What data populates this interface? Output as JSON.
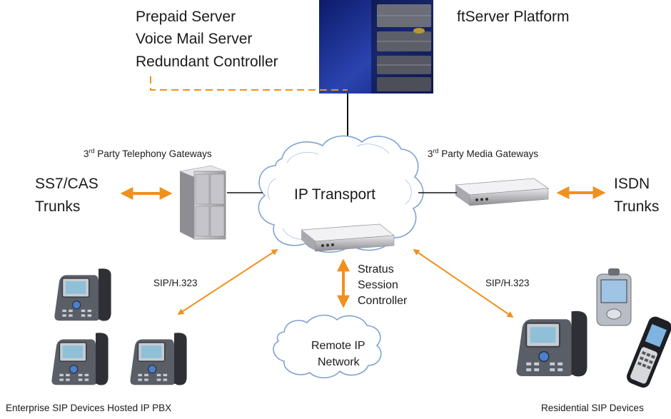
{
  "server_labels": [
    "Prepaid Server",
    "Voice Mail Server",
    "Redundant Controller"
  ],
  "platform_label": "ftServer Platform",
  "telephony_gateways": {
    "prefix": "3",
    "sup": "rd",
    "rest": " Party Telephony Gateways"
  },
  "media_gateways": {
    "prefix": "3",
    "sup": "rd",
    "rest": " Party Media Gateways"
  },
  "ss7_trunks": [
    "SS7/CAS",
    "Trunks"
  ],
  "isdn_trunks": [
    "ISDN",
    "Trunks"
  ],
  "ip_transport": "IP Transport",
  "sip_left": "SIP/H.323",
  "sip_right": "SIP/H.323",
  "session_controller": [
    "Stratus",
    "Session",
    "Controller"
  ],
  "remote_network": [
    "Remote IP",
    "Network"
  ],
  "enterprise_label": "Enterprise SIP Devices Hosted IP PBX",
  "residential_label": "Residential SIP Devices",
  "colors": {
    "arrow": "#f0901e",
    "cloud_stroke": "#7fa3d0",
    "server_blue": "#1a2f8a",
    "line": "#111111"
  }
}
